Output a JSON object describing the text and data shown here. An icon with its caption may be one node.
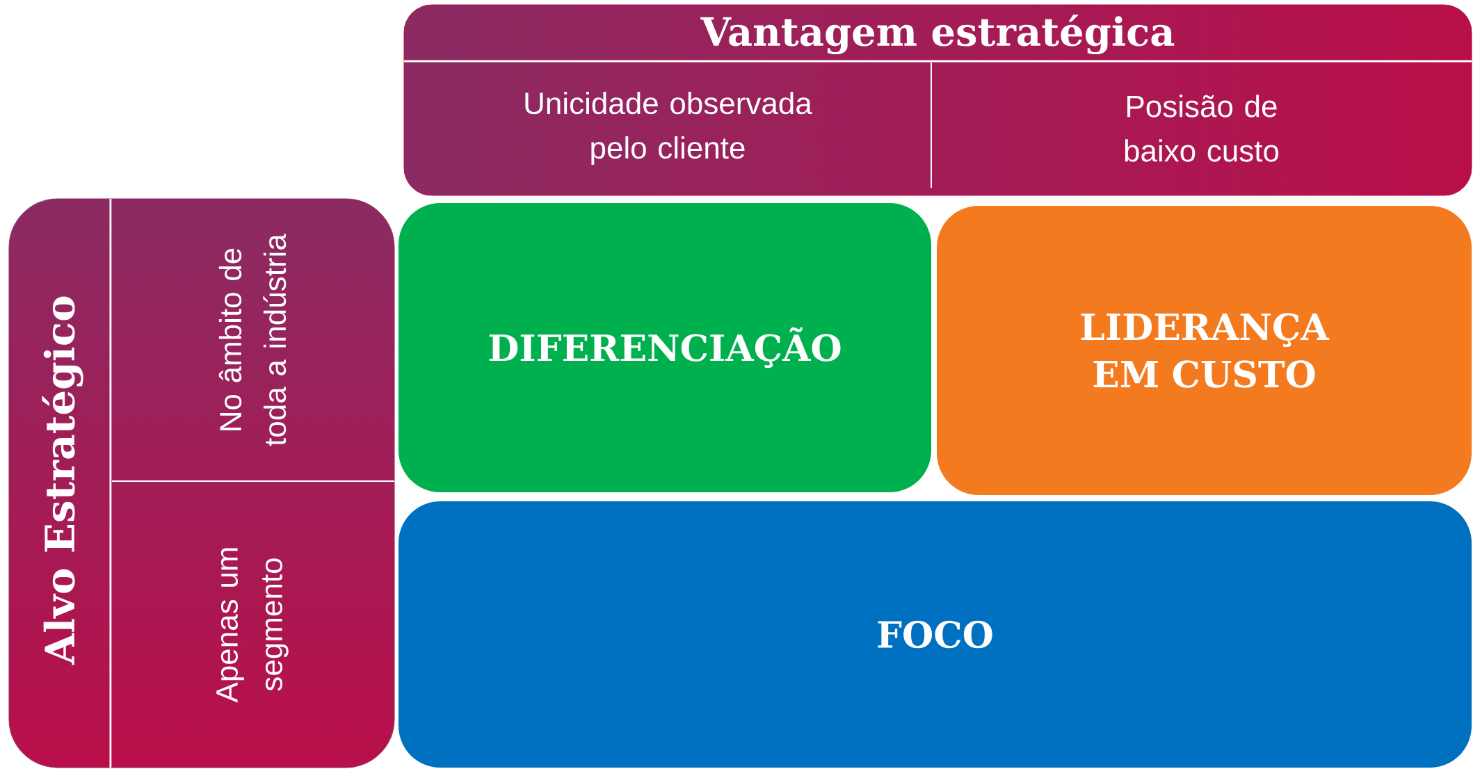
{
  "diagram": {
    "nodes": [
      {
        "text": [
          "Vantagem estratégica"
        ]
      },
      {
        "text": [
          "Unicidade observada pelo cliente"
        ],
        "in": 0
      },
      {
        "text": [
          "Posisão de baixo custo"
        ],
        "in": 0
      },
      {
        "text": [
          "Alvo Estratégico"
        ]
      },
      {
        "text": [
          "No âmbito de toda a indústria"
        ],
        "in": 3
      },
      {
        "text": [
          "Apenas um segmento"
        ],
        "in": 3
      },
      {
        "text": [
          "DIFERENCIAÇÃO"
        ]
      },
      {
        "text": [
          "LIDERANÇA EM CUSTO"
        ]
      },
      {
        "text": [
          "FOCO"
        ]
      }
    ]
  }
}
